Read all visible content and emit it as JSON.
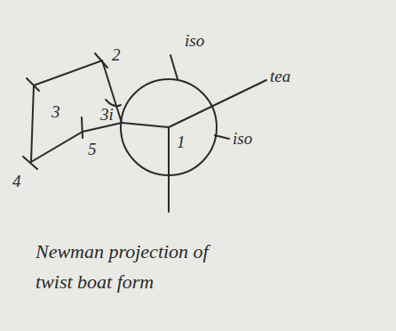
{
  "diagram": {
    "caption": "Newman projection of twist boat form",
    "nodes": [
      {
        "text": [
          "1"
        ]
      }
    ],
    "labels": [
      "iso",
      "tea",
      "iso",
      "2",
      "3",
      "3i",
      "5",
      "4"
    ]
  }
}
